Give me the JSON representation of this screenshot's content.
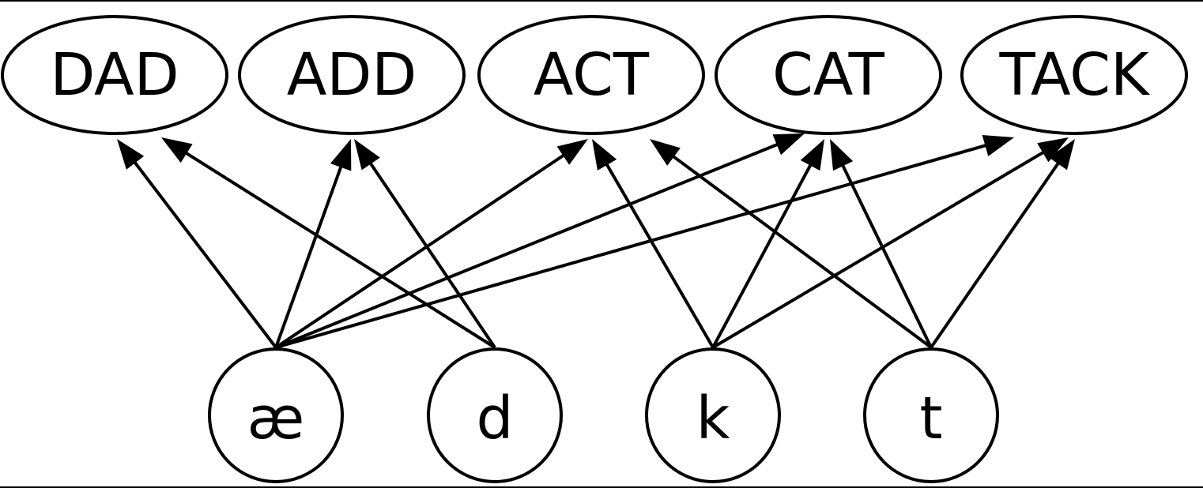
{
  "diagram": {
    "words": [
      {
        "id": "dad",
        "label": "DAD"
      },
      {
        "id": "add",
        "label": "ADD"
      },
      {
        "id": "act",
        "label": "ACT"
      },
      {
        "id": "cat",
        "label": "CAT"
      },
      {
        "id": "tack",
        "label": "TACK"
      }
    ],
    "phonemes": [
      {
        "id": "ae",
        "label": "æ"
      },
      {
        "id": "d",
        "label": "d"
      },
      {
        "id": "k",
        "label": "k"
      },
      {
        "id": "t",
        "label": "t"
      }
    ],
    "edges": [
      {
        "from": "ae",
        "to": "dad"
      },
      {
        "from": "ae",
        "to": "add"
      },
      {
        "from": "ae",
        "to": "act"
      },
      {
        "from": "ae",
        "to": "cat"
      },
      {
        "from": "ae",
        "to": "tack"
      },
      {
        "from": "d",
        "to": "dad"
      },
      {
        "from": "d",
        "to": "add"
      },
      {
        "from": "k",
        "to": "act"
      },
      {
        "from": "k",
        "to": "cat"
      },
      {
        "from": "k",
        "to": "tack"
      },
      {
        "from": "t",
        "to": "act"
      },
      {
        "from": "t",
        "to": "cat"
      },
      {
        "from": "t",
        "to": "tack"
      }
    ]
  }
}
